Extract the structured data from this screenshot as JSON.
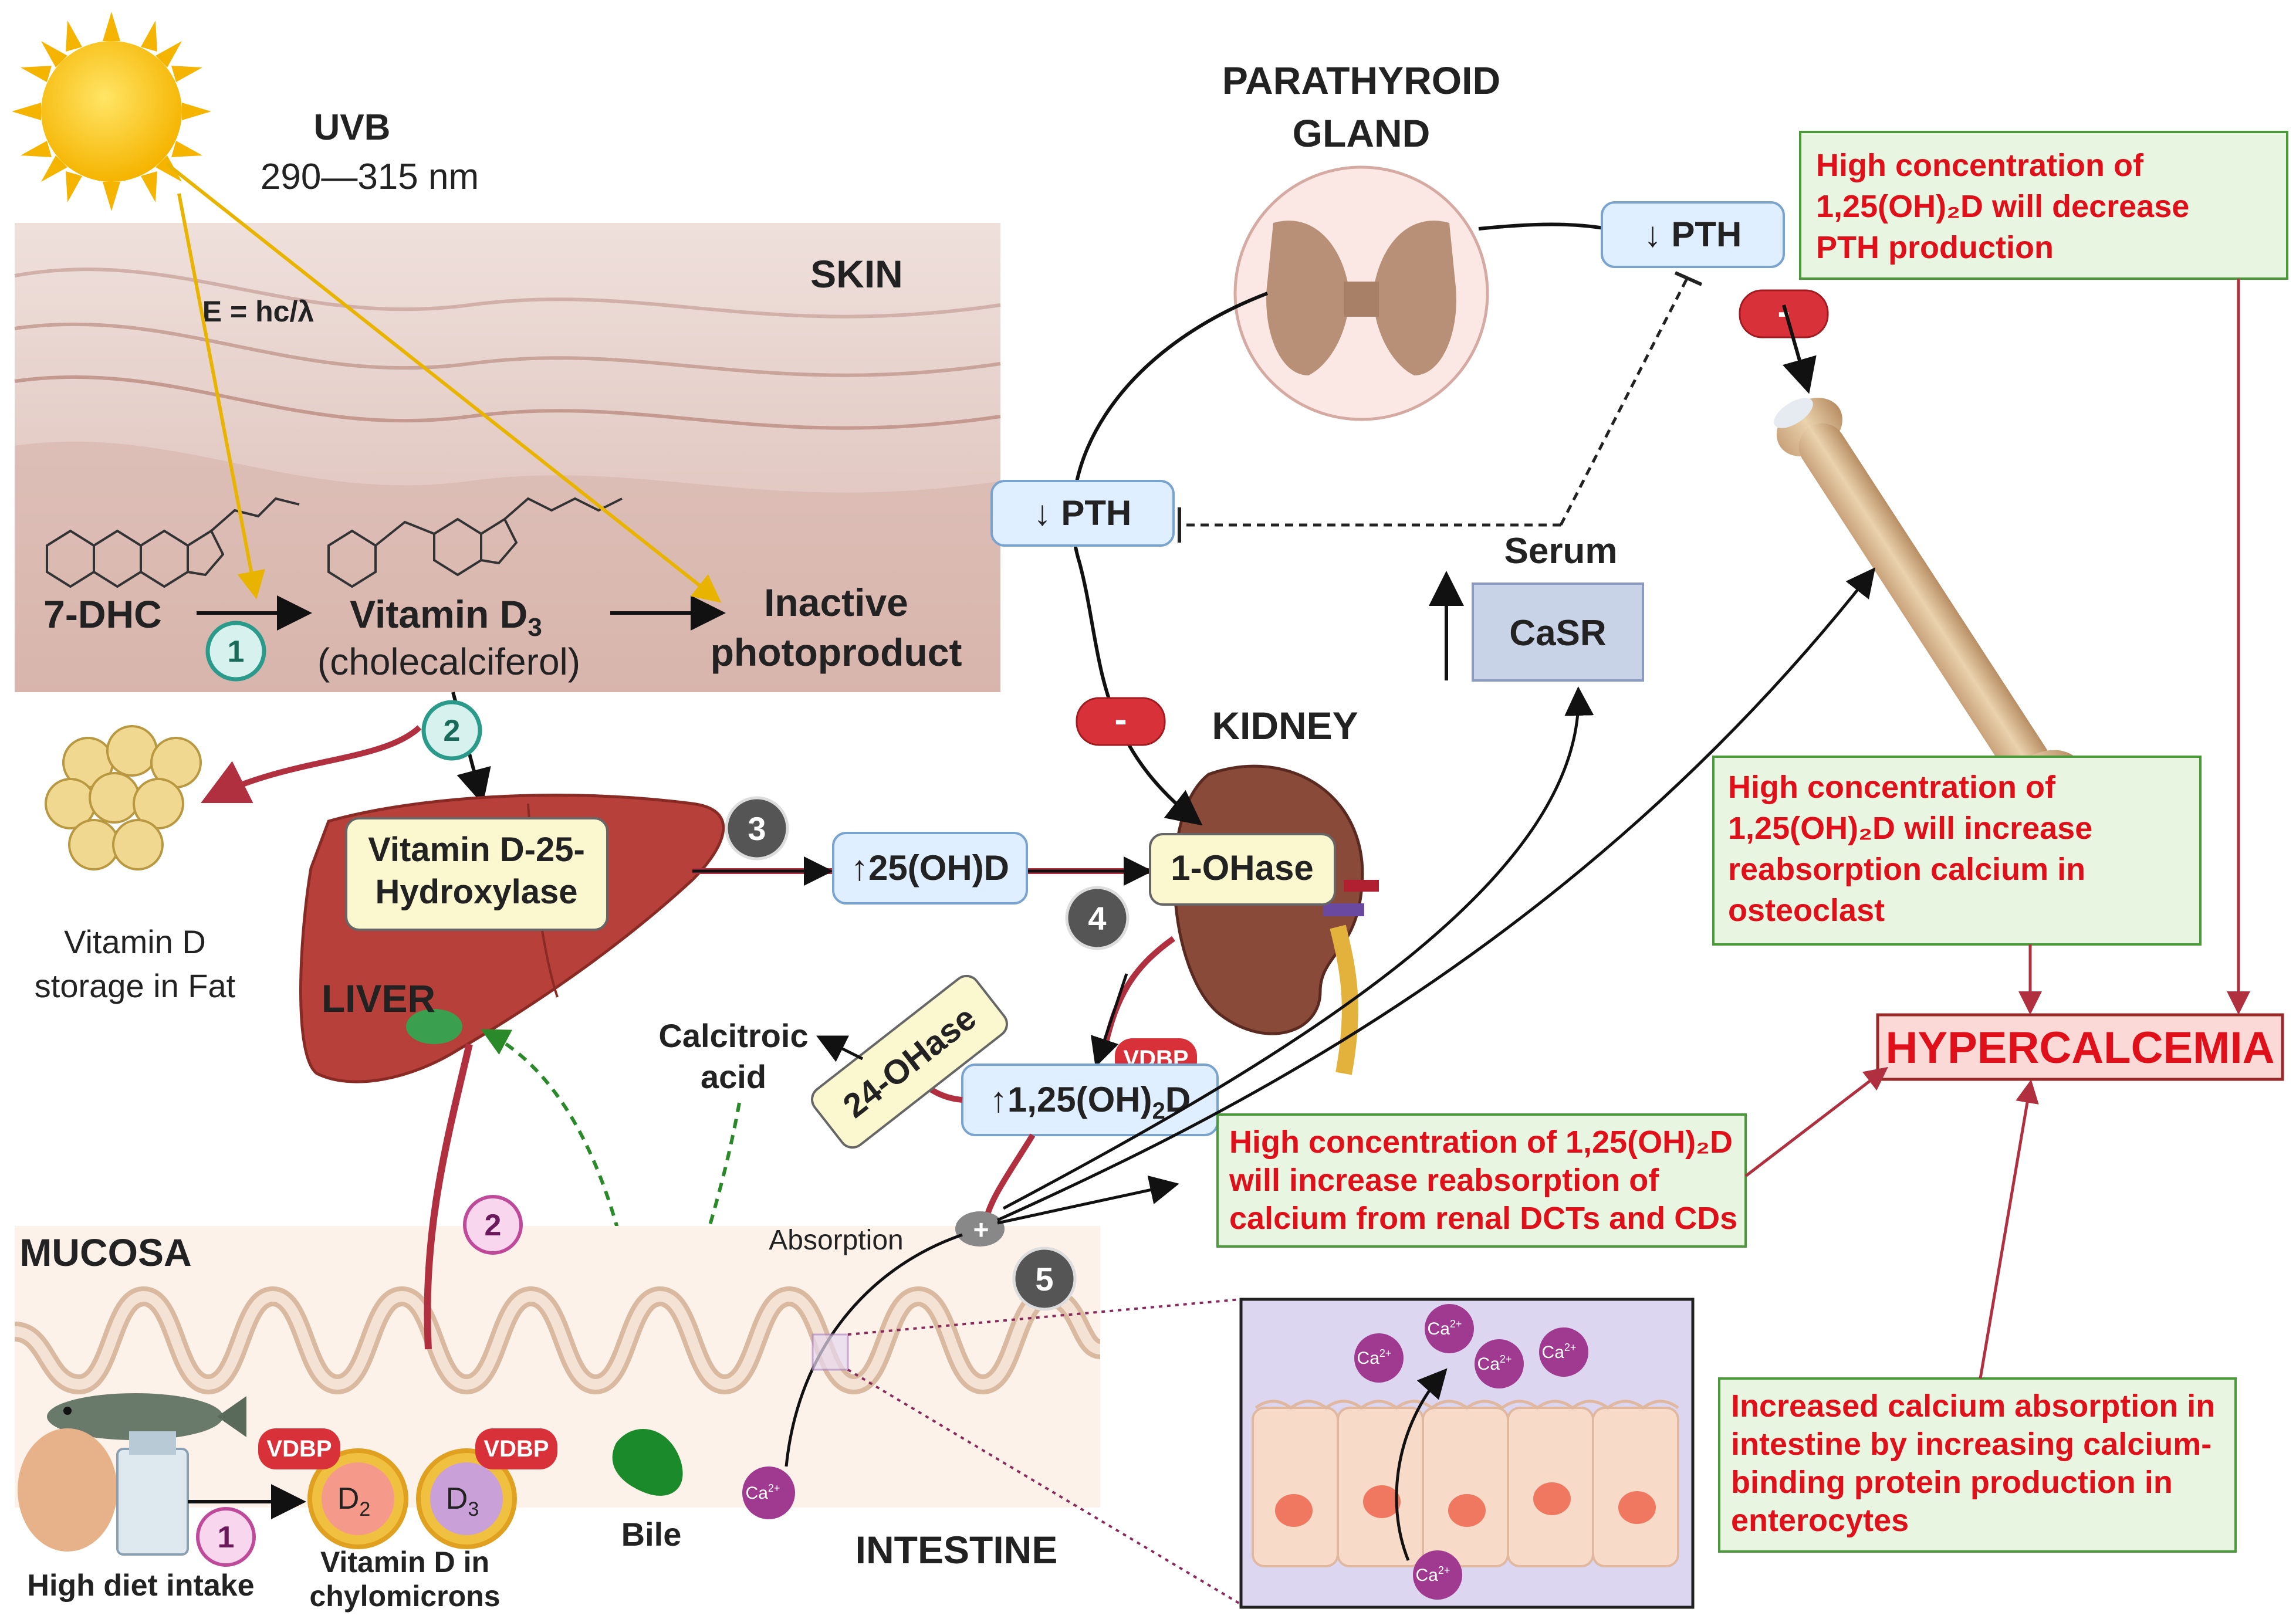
{
  "uvb": {
    "label": "UVB",
    "range": "290—315 nm"
  },
  "energy_formula": "E = hc/λ",
  "regions": {
    "skin": "SKIN",
    "mucosa": "MUCOSA",
    "intestine": "INTESTINE",
    "kidney": "KIDNEY",
    "liver": "LIVER",
    "parathyroid_line1": "PARATHYROID",
    "parathyroid_line2": "GLAND",
    "serum": "Serum"
  },
  "skin_pathway": {
    "substrate": "7-DHC",
    "product_line1": "Vitamin D",
    "product_subscript": "3",
    "product_line2": "(cholecalciferol)",
    "inactive_line1": "Inactive",
    "inactive_line2": "photoproduct"
  },
  "fat_storage": {
    "line1": "Vitamin D",
    "line2": "storage in Fat"
  },
  "enzymes": {
    "liver_line1": "Vitamin D-25-",
    "liver_line2": "Hydroxylase",
    "kidney": "1-OHase",
    "degradation": "24-OHase"
  },
  "metabolites": {
    "calcidiol": "↑25(OH)D",
    "calcitriol_prefix": "↑1,25(OH)",
    "calcitriol_sub": "2",
    "calcitriol_suffix": "D",
    "calcitroic_line1": "Calcitroic",
    "calcitroic_line2": "acid",
    "bile": "Bile"
  },
  "pth": {
    "kidney_box": "↓ PTH",
    "parathyroid_box": "↓ PTH",
    "casr": "CaSR"
  },
  "inhibition_sign": "-",
  "step_badges": {
    "skin_1": "1",
    "skin_2": "2",
    "liver_3": "3",
    "kidney_4": "4",
    "mucosa_2": "2",
    "intestine_5": "5",
    "diet_1": "1"
  },
  "vdbp": "VDBP",
  "diet": {
    "label": "High diet intake",
    "chylo_line1": "Vitamin D in",
    "chylo_line2": "chylomicrons",
    "d2_main": "D",
    "d2_sub": "2",
    "d3_main": "D",
    "d3_sub": "3"
  },
  "absorption": "Absorption",
  "calcium_ion": "Ca",
  "calcium_charge": "2+",
  "notes": {
    "pth_note": [
      "High concentration of",
      "1,25(OH)₂D will decrease",
      "PTH production"
    ],
    "bone_note": [
      "High concentration of",
      "1,25(OH)₂D will increase",
      "reabsorption calcium in",
      "osteoclast"
    ],
    "renal_note": [
      "High concentration of 1,25(OH)₂D",
      "will increase reabsorption of",
      "calcium from renal DCTs and CDs"
    ],
    "intestine_note": [
      "Increased calcium absorption in",
      "intestine by increasing calcium-",
      "binding protein production in",
      "enterocytes"
    ]
  },
  "outcome": "HYPERCALCEMIA",
  "colors": {
    "outcome_text": "#e0101a",
    "note_fill": "#e8f5e0",
    "note_border": "#4a9a3a",
    "liver": "#b8403a",
    "kidney": "#8a4a3a",
    "badge_dark": "#555555",
    "badge_teal": "#2a9a8a",
    "badge_pink": "#c04a9a"
  }
}
